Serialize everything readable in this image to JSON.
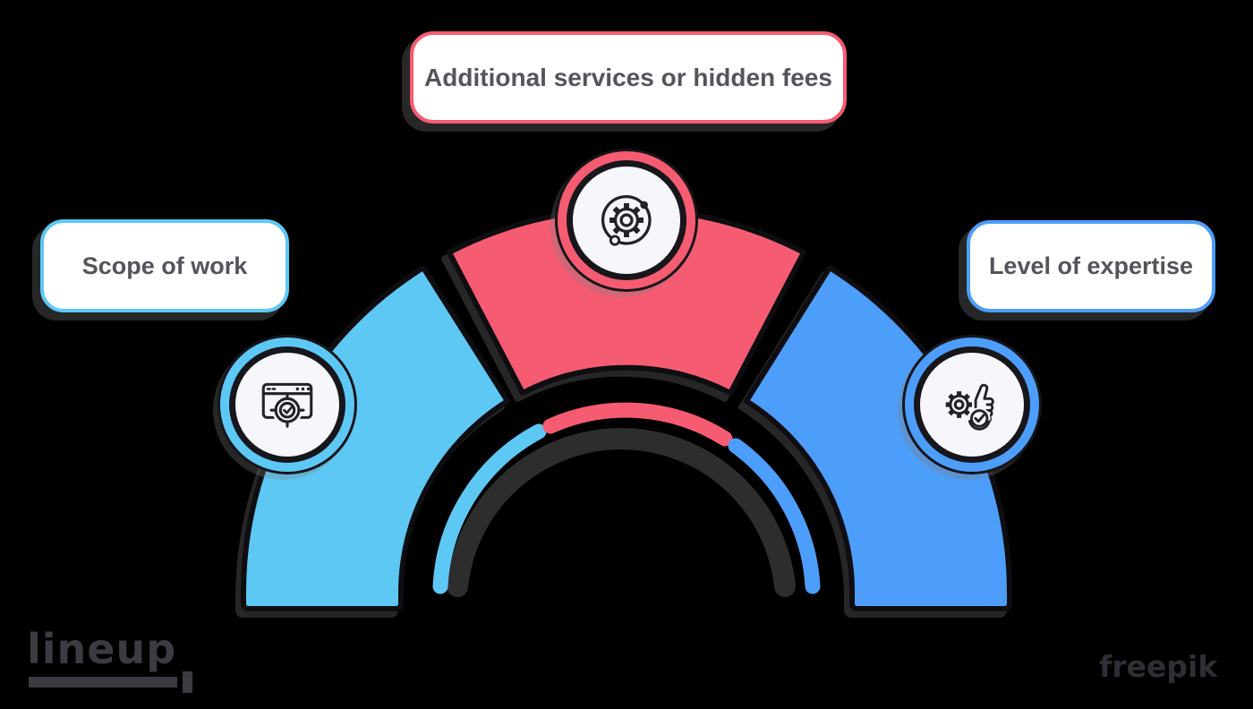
{
  "colors": {
    "background": "#000000",
    "light_blue": "#5ec8f5",
    "red": "#f65c71",
    "blue": "#4d9efa",
    "outline": "#0e0e12",
    "label_text": "#54545c",
    "card_bg": "#ffffff",
    "node_bg": "#f6f6fb",
    "icon_stroke": "#22222a",
    "footer_text": "#3b3b41",
    "watermark_text": "#2e2e34"
  },
  "callouts": [
    {
      "position": "left",
      "text": "Scope of work"
    },
    {
      "position": "top",
      "text": "Additional services or hidden fees"
    },
    {
      "position": "right",
      "text": "Level of expertise"
    }
  ],
  "arch": {
    "type": "half-donut, 3 segments with icon medallions",
    "segments": [
      {
        "name": "scope-of-work",
        "color_key": "light_blue"
      },
      {
        "name": "additional-services-or-hidden-fees",
        "color_key": "red"
      },
      {
        "name": "level-of-expertise",
        "color_key": "blue"
      }
    ],
    "icons": [
      "browser-target-icon",
      "orbit-gear-icon",
      "gear-thumbs-up-icon"
    ]
  },
  "footer": {
    "logo_text": "lineup",
    "watermark_text": "freepik"
  }
}
